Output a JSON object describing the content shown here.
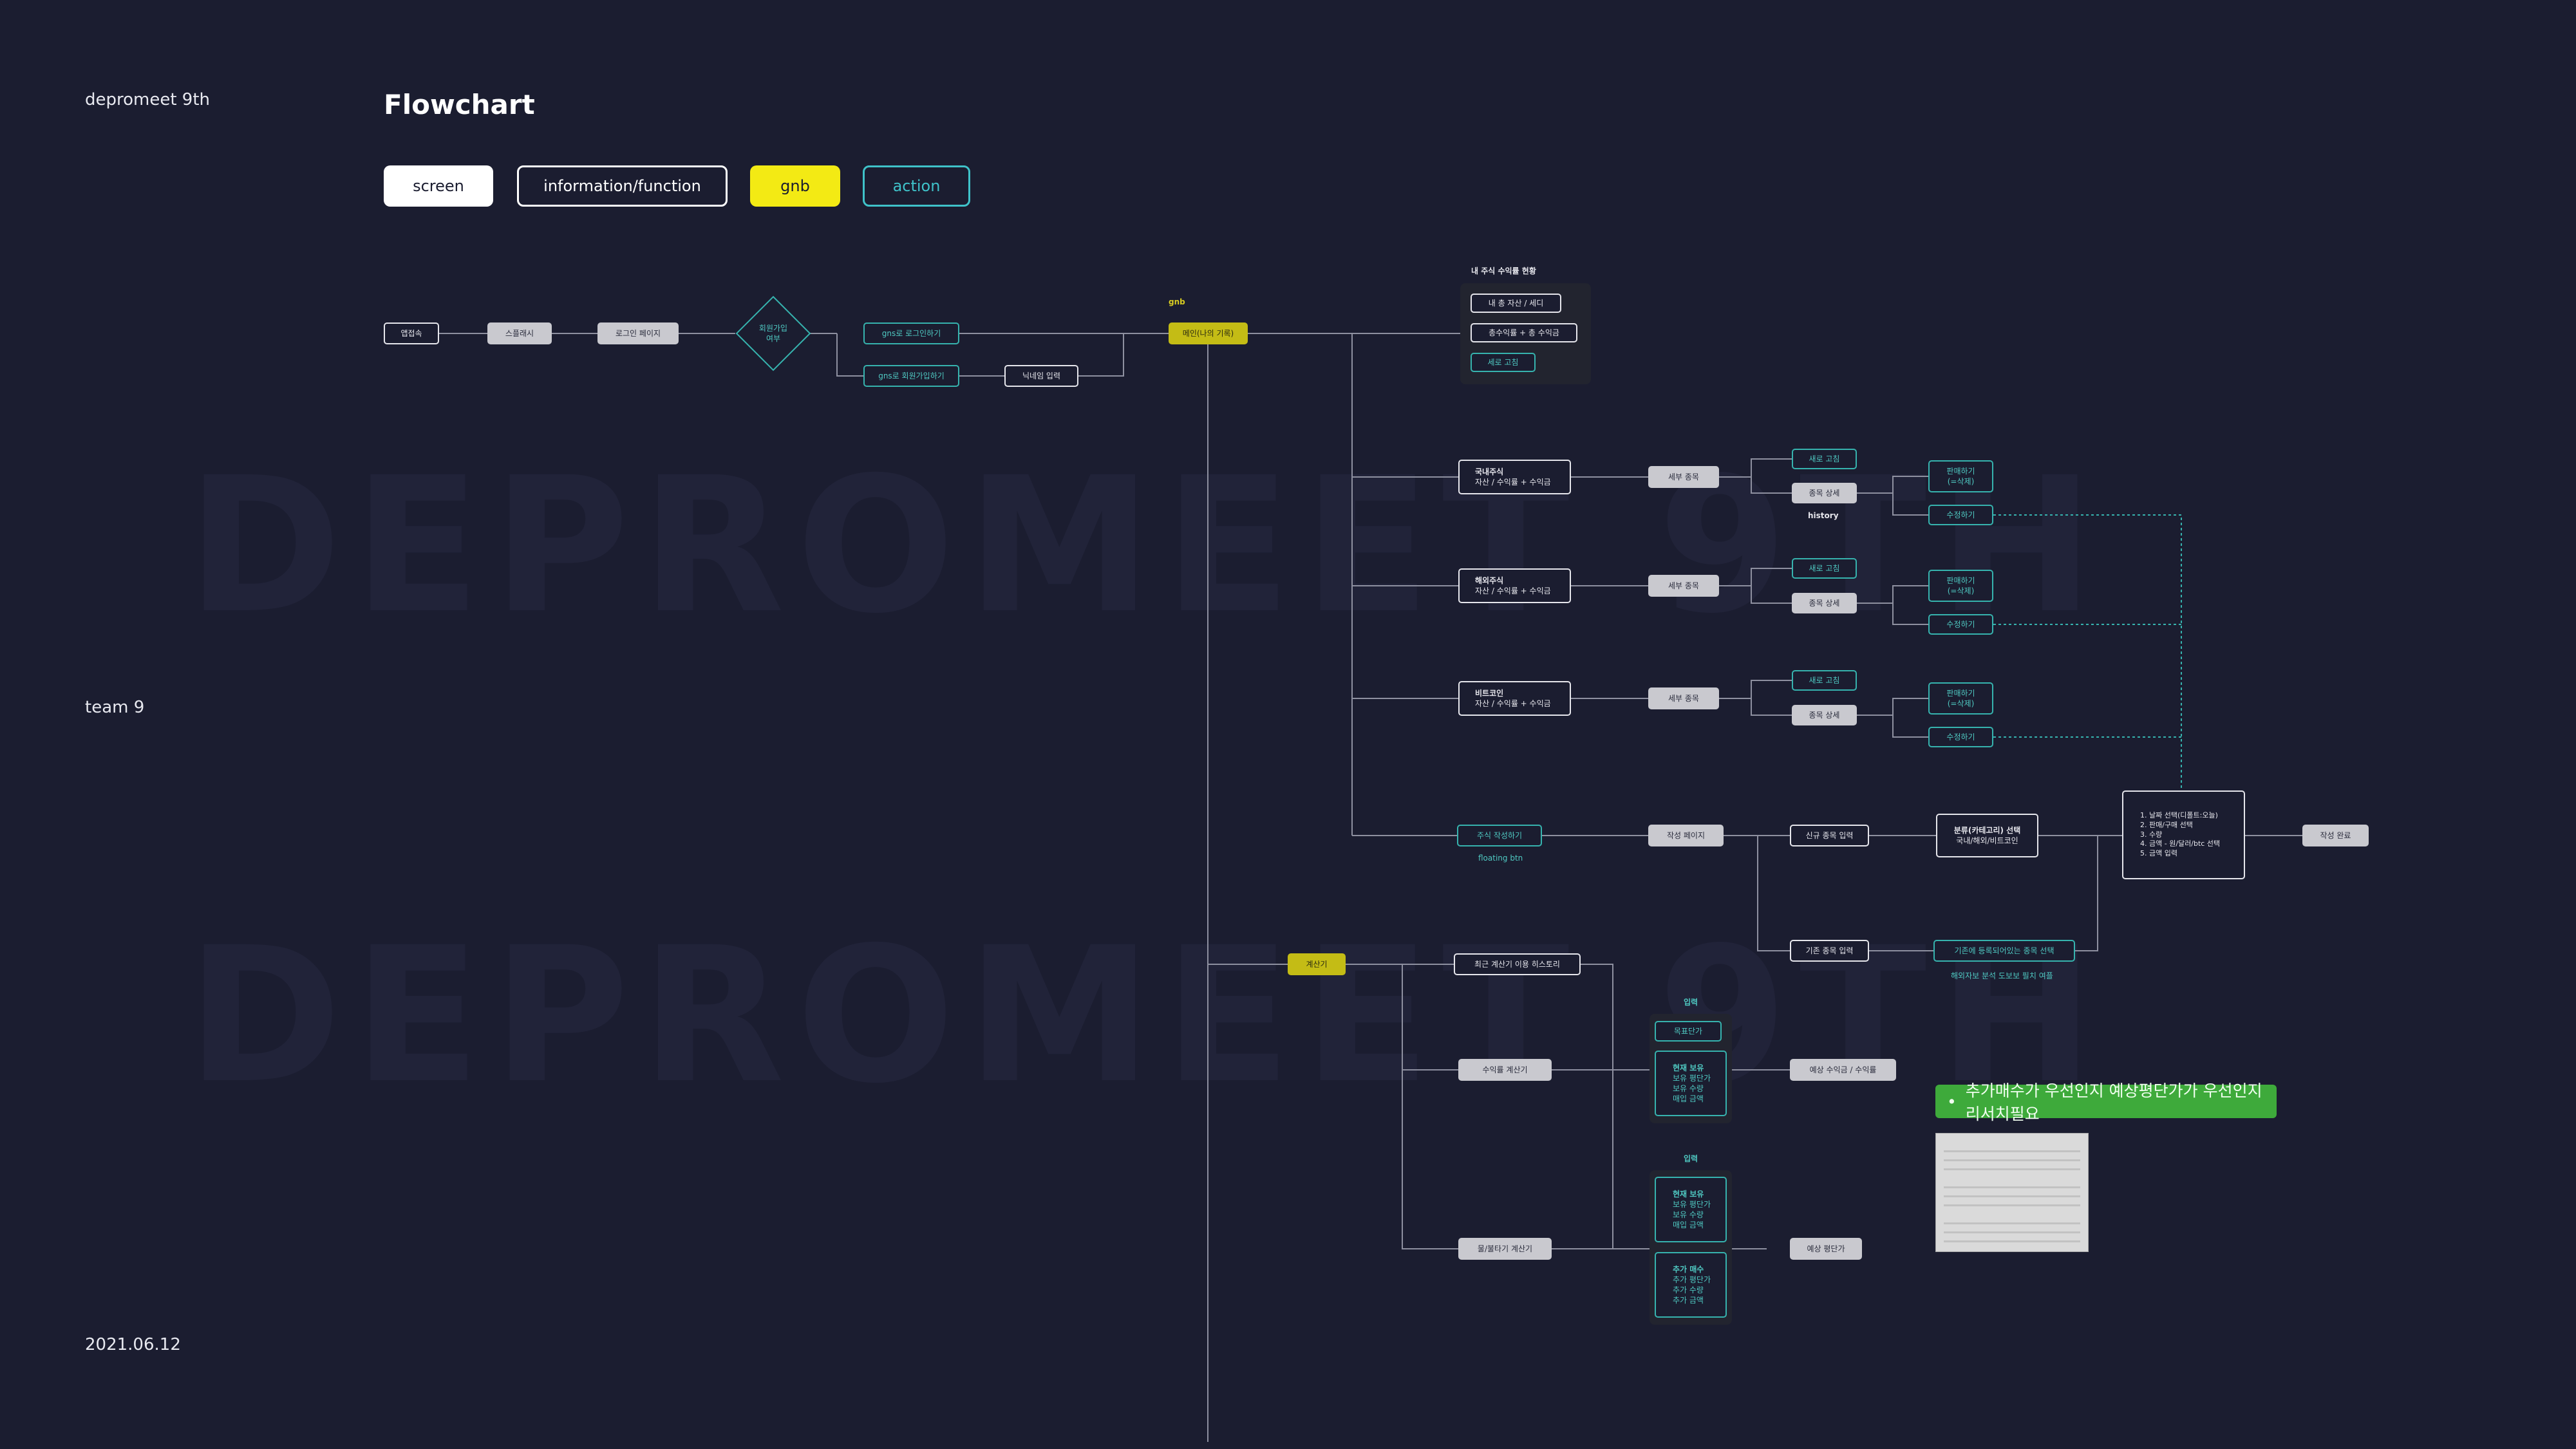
{
  "brand": "depromeet 9th",
  "team": "team 9",
  "date": "2021.06.12",
  "title": "Flowchart",
  "legend": {
    "screen": "screen",
    "info": "information/function",
    "gnb": "gnb",
    "action": "action"
  },
  "watermark": "DEPROMEET 9TH",
  "colors": {
    "background": "#1b1d30",
    "screen": "#c9c9cf",
    "gnb": "#c4bc15",
    "action": "#36b3ae",
    "note": "#3eaa3b"
  },
  "nodes": {
    "splash": "앱접속",
    "splash2": "스플래시",
    "login_page": "로그인 페이지",
    "signup_check": [
      "회원가입",
      "여부"
    ],
    "login_gns": "gns로 로그인하기",
    "signup_gns": "gns로 회원가입하기",
    "nickname": "닉네임 입력",
    "gnb_label": "gnb",
    "main_gnb": "메인(나의 기록)",
    "status_title": "내 주식 수익률 현황",
    "status_1": "내 총 자산 / 세디",
    "status_2": "총수익률 + 총 수익금",
    "status_3": "세로 고침",
    "domestic": [
      "국내주식",
      "자산 / 수익률 + 수익금"
    ],
    "foreign": [
      "해외주식",
      "자산 / 수익률 + 수익금"
    ],
    "bitcoin": [
      "비트코인",
      "자산 / 수익률 + 수익금"
    ],
    "detail": "세부 종목",
    "refresh": "새로 고침",
    "stock_detail": "종목 상세",
    "history": "history",
    "sell_delete": [
      "판매하기",
      "(=삭제)"
    ],
    "edit": "수정하기",
    "write_stock": "주식 작성하기",
    "floating": "floating btn",
    "write_page": "작성 페이지",
    "new_input": "신규 종목 입력",
    "category": [
      "분류(카테고리) 선택",
      "국내/해외/비트코인"
    ],
    "steps": [
      "1. 날짜 선택(디폴트:오늘)",
      "2. 판매/구매 선택",
      "3. 수량",
      "4. 금액 - 원/달러/btc 선택",
      "5. 금액 입력"
    ],
    "write_done": "작성 완료",
    "existing_input": "기존 종목 입력",
    "registered": "기존에 등록되어있는 종목 선택",
    "sub_note": "해외자보 분석 도보보 필치 여플",
    "calc": "계산기",
    "calc_history": "최근 계산기 이용 히스토리",
    "profit_calc": "수익률 계산기",
    "avg_calc": "물/불타기 계산기",
    "input_label": "입력",
    "target_price": "목표단가",
    "cur_hold": [
      "현재 보유",
      "보유 평단가",
      "보유 수량",
      "매입 금액"
    ],
    "expected_profit": "예상 수익금 / 수익률",
    "expected_avg": "예상 평단가",
    "add_buy": [
      "추가 매수",
      "추가 평단가",
      "추가 수량",
      "추가 금액"
    ],
    "note": "추가매수가 우선인지 예상평단가가 우선인지 리서치필요"
  }
}
